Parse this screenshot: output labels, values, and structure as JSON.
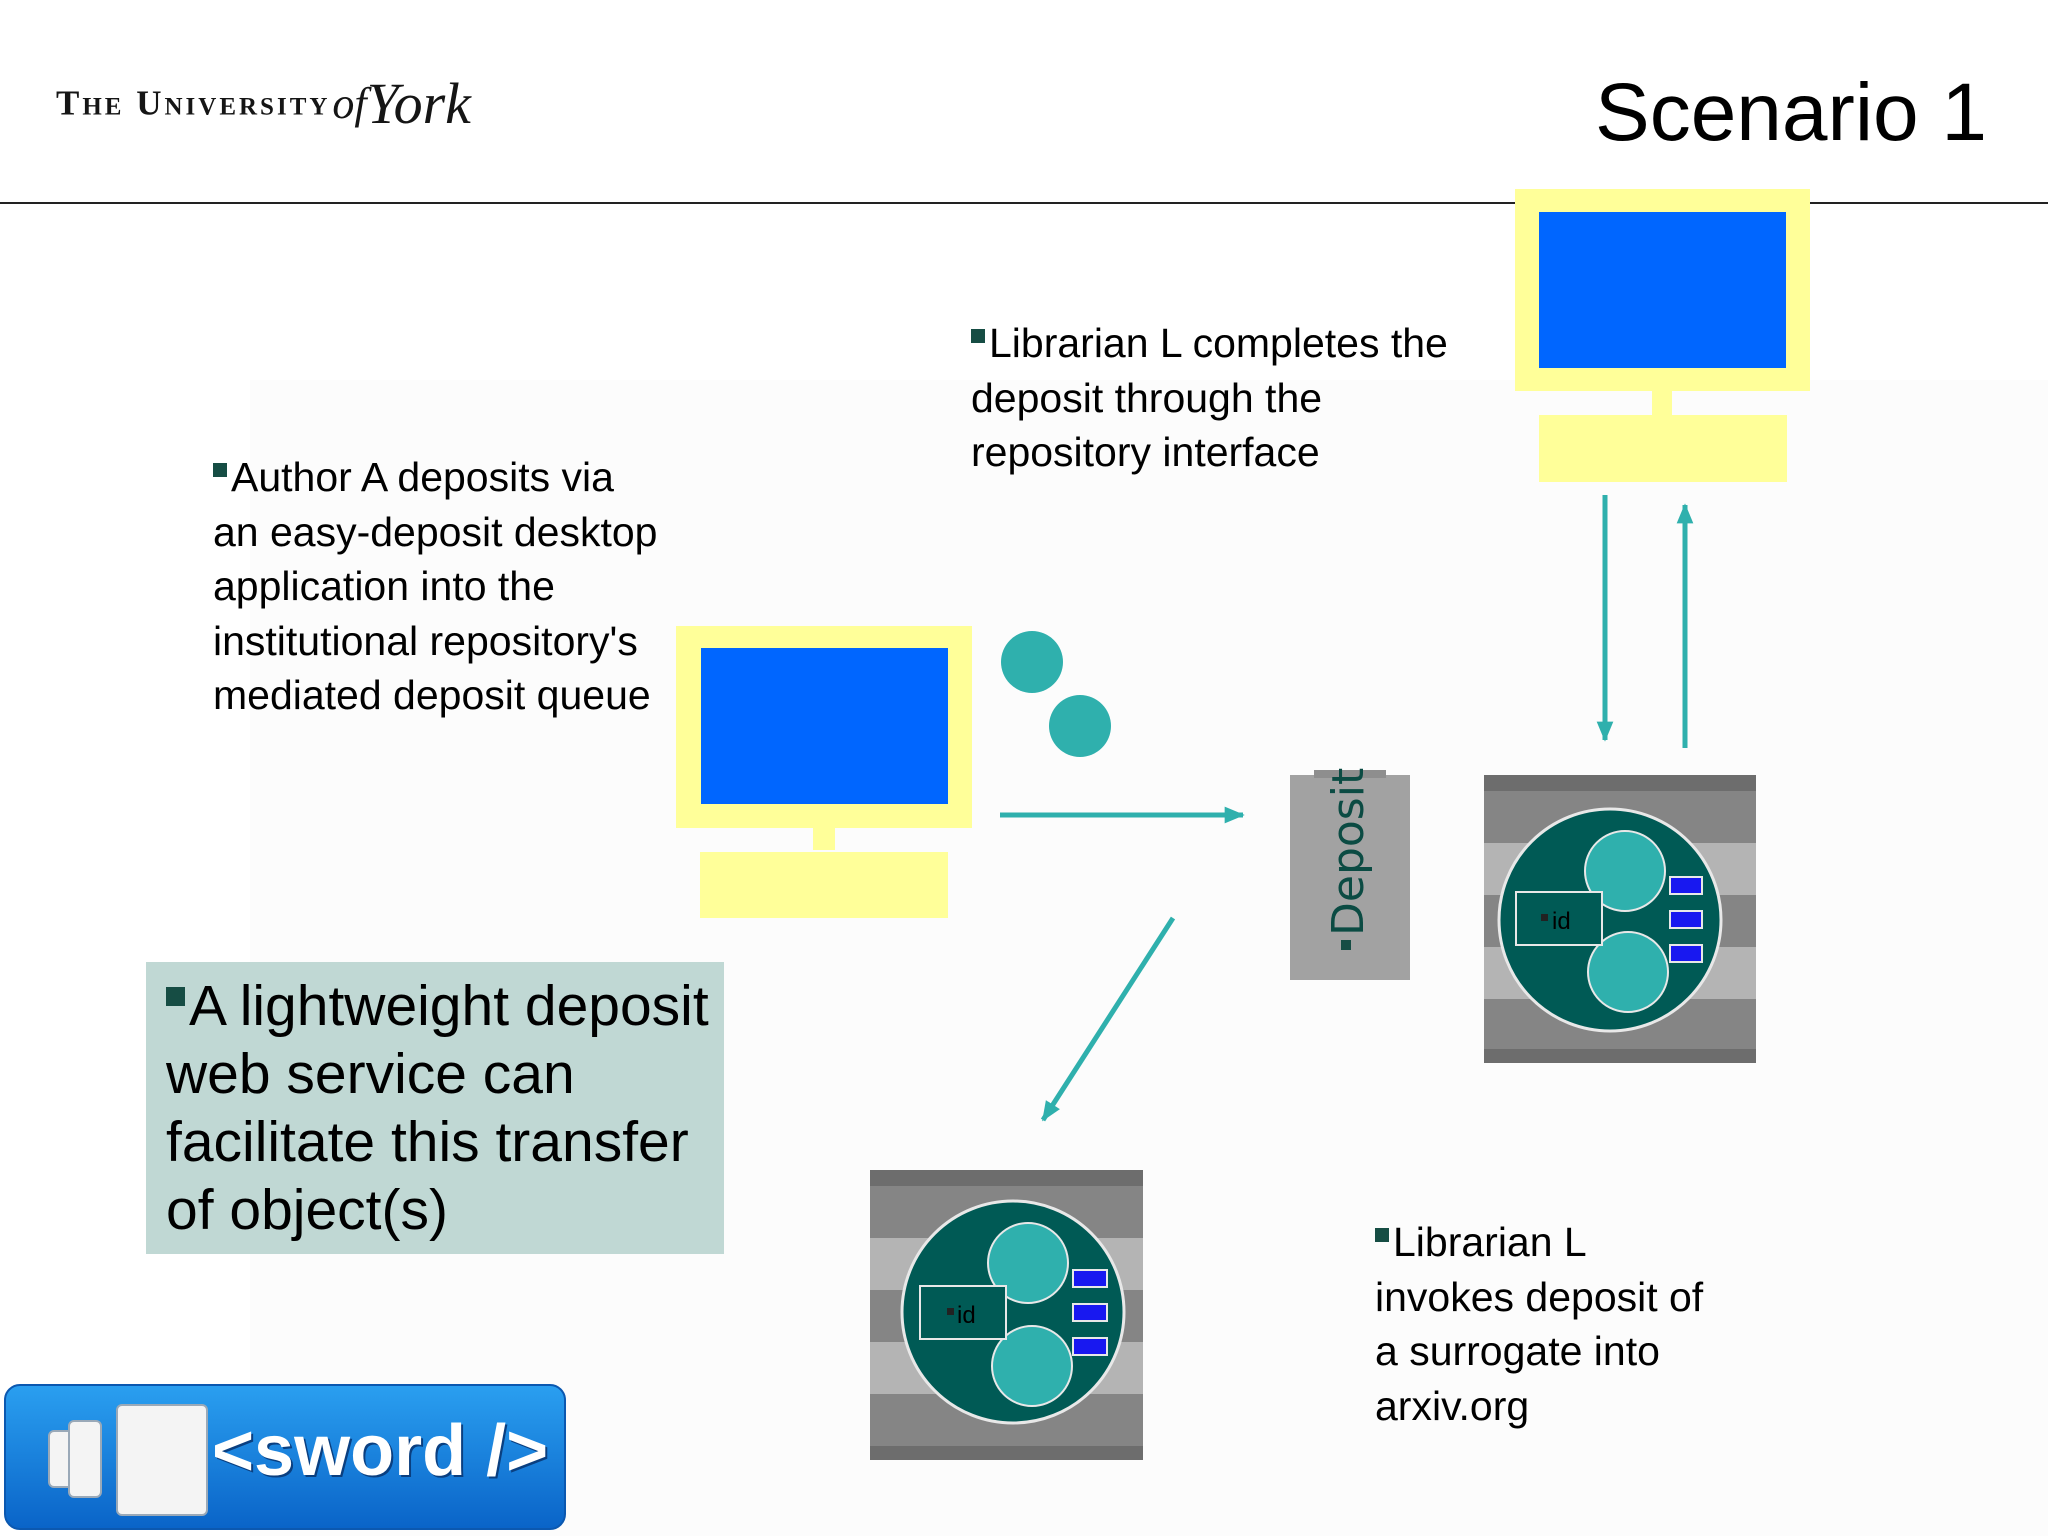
{
  "header": {
    "logo_caps": "The University",
    "logo_of": "of",
    "logo_york": "York",
    "title": "Scenario 1"
  },
  "author_text": "Author A deposits via an easy-deposit desktop application into the institutional repository's mediated deposit queue",
  "librarian_top_text": "Librarian L completes the deposit through the repository interface",
  "librarian_bottom_text": "Librarian L invokes deposit of a surrogate into arxiv.org",
  "callout_text": "A lightweight deposit web service can facilitate this transfer of object(s)",
  "deposit_label": "Deposit",
  "repository_id_label": "id",
  "sword_label": "<sword />",
  "colors": {
    "monitor_frame": "#ffff99",
    "screen": "#0066ff",
    "arrow": "#2fb0ad",
    "repository_disk": "#005a55",
    "callout_bg": "#c0d8d4",
    "bullet": "#164d44"
  }
}
